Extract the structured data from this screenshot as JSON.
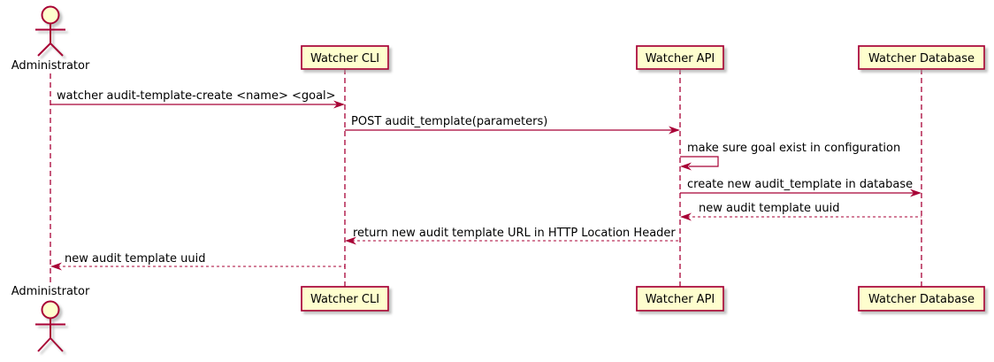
{
  "colors": {
    "accent": "#A80036",
    "participant_fill": "#FEFECE",
    "text": "#000000",
    "background": "#FFFFFF",
    "shadow": "#999999"
  },
  "participants": [
    {
      "label": "Administrator",
      "kind": "actor"
    },
    {
      "label": "Watcher CLI",
      "kind": "participant"
    },
    {
      "label": "Watcher API",
      "kind": "participant"
    },
    {
      "label": "Watcher Database",
      "kind": "participant"
    }
  ],
  "messages": [
    {
      "from": "Administrator",
      "to": "Watcher CLI",
      "text": "watcher audit-template-create <name> <goal>",
      "line": "solid",
      "self": false
    },
    {
      "from": "Watcher CLI",
      "to": "Watcher API",
      "text": "POST audit_template(parameters)",
      "line": "solid",
      "self": false
    },
    {
      "from": "Watcher API",
      "to": "Watcher API",
      "text": "make sure goal exist in configuration",
      "line": "solid",
      "self": true
    },
    {
      "from": "Watcher API",
      "to": "Watcher Database",
      "text": "create new audit_template in database",
      "line": "solid",
      "self": false
    },
    {
      "from": "Watcher Database",
      "to": "Watcher API",
      "text": "new audit template uuid",
      "line": "dashed",
      "self": false
    },
    {
      "from": "Watcher API",
      "to": "Watcher CLI",
      "text": "return new audit template URL in HTTP Location Header",
      "line": "dashed",
      "self": false
    },
    {
      "from": "Watcher CLI",
      "to": "Administrator",
      "text": "new audit template uuid",
      "line": "dashed",
      "self": false
    }
  ]
}
